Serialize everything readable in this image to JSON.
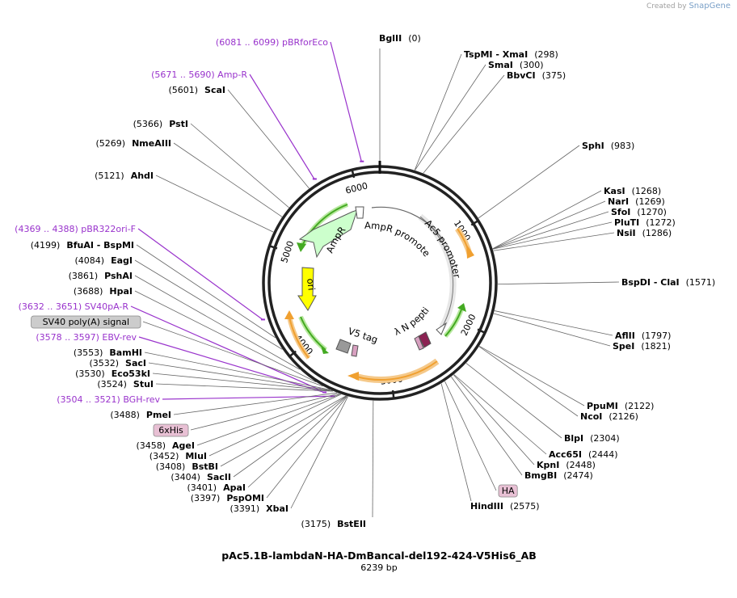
{
  "brand": {
    "created_by": "Created by",
    "name": "SnapGene"
  },
  "plasmid": {
    "name": "pAc5.1B-lambdaN-HA-DmBancal-del192-424-V5His6_AB",
    "length_label": "6239 bp"
  },
  "colors": {
    "primer": "#9933cc",
    "orange": "#f0a030",
    "green": "#44aa22",
    "ampr": "#ccffcc",
    "ori": "#ffff00"
  },
  "ticks": [
    {
      "label": "1000",
      "pos": 1000
    },
    {
      "label": "2000",
      "pos": 2000
    },
    {
      "label": "3000",
      "pos": 3000
    },
    {
      "label": "4000",
      "pos": 4000
    },
    {
      "label": "5000",
      "pos": 5000
    },
    {
      "label": "6000",
      "pos": 6000
    }
  ],
  "features": {
    "ampr": "AmpR",
    "ampr_promoter": "AmpR promoter",
    "ac5_promoter": "Ac5 promoter",
    "ori": "ori",
    "lambda_n": "λ N peptide",
    "v5_tag": "V5 tag"
  },
  "labels": {
    "right": [
      {
        "text": "BglII",
        "coord": "(0)",
        "pos": 0
      },
      {
        "text": "TspMI - XmaI",
        "coord": "(298)",
        "pos": 298
      },
      {
        "text": "SmaI",
        "coord": "(300)",
        "pos": 300
      },
      {
        "text": "BbvCI",
        "coord": "(375)",
        "pos": 375
      },
      {
        "text": "SphI",
        "coord": "(983)",
        "pos": 983
      },
      {
        "text": "KasI",
        "coord": "(1268)",
        "pos": 1268
      },
      {
        "text": "NarI",
        "coord": "(1269)",
        "pos": 1269
      },
      {
        "text": "SfoI",
        "coord": "(1270)",
        "pos": 1270
      },
      {
        "text": "PluTI",
        "coord": "(1272)",
        "pos": 1272
      },
      {
        "text": "NsiI",
        "coord": "(1286)",
        "pos": 1286
      },
      {
        "text": "BspDI - ClaI",
        "coord": "(1571)",
        "pos": 1571
      },
      {
        "text": "AflII",
        "coord": "(1797)",
        "pos": 1797
      },
      {
        "text": "SpeI",
        "coord": "(1821)",
        "pos": 1821
      },
      {
        "text": "PpuMI",
        "coord": "(2122)",
        "pos": 2122
      },
      {
        "text": "NcoI",
        "coord": "(2126)",
        "pos": 2126
      },
      {
        "text": "BlpI",
        "coord": "(2304)",
        "pos": 2304
      },
      {
        "text": "Acc65I",
        "coord": "(2444)",
        "pos": 2444
      },
      {
        "text": "KpnI",
        "coord": "(2448)",
        "pos": 2448
      },
      {
        "text": "BmgBI",
        "coord": "(2474)",
        "pos": 2474
      },
      {
        "text": "HA",
        "coord": "",
        "pos": 2540,
        "box": true
      },
      {
        "text": "HindIII",
        "coord": "(2575)",
        "pos": 2575
      }
    ],
    "left": [
      {
        "text": "(6081 .. 6099)  pBRforEco",
        "pos": 6090,
        "primer": true
      },
      {
        "text": "(5671 .. 5690)  Amp-R",
        "pos": 5680,
        "primer": true
      },
      {
        "coord": "(5601)",
        "text": "ScaI",
        "pos": 5601
      },
      {
        "coord": "(5366)",
        "text": "PstI",
        "pos": 5366
      },
      {
        "coord": "(5269)",
        "text": "NmeAIII",
        "pos": 5269
      },
      {
        "coord": "(5121)",
        "text": "AhdI",
        "pos": 5121
      },
      {
        "text": "(4369 .. 4388)  pBR322ori-F",
        "pos": 4378,
        "primer": true
      },
      {
        "coord": "(4199)",
        "text": "BfuAI - BspMI",
        "pos": 4199
      },
      {
        "coord": "(4084)",
        "text": "EagI",
        "pos": 4084
      },
      {
        "coord": "(3861)",
        "text": "PshAI",
        "pos": 3861
      },
      {
        "coord": "(3688)",
        "text": "HpaI",
        "pos": 3688
      },
      {
        "text": "(3632 .. 3651)  SV40pA-R",
        "pos": 3641,
        "primer": true
      },
      {
        "text": "SV40 poly(A) signal",
        "pos": 3620,
        "box": true,
        "gray": true
      },
      {
        "text": "(3578 .. 3597)  EBV-rev",
        "pos": 3587,
        "primer": true
      },
      {
        "coord": "(3553)",
        "text": "BamHI",
        "pos": 3553
      },
      {
        "coord": "(3532)",
        "text": "SacI",
        "pos": 3532
      },
      {
        "coord": "(3530)",
        "text": "Eco53kI",
        "pos": 3530
      },
      {
        "coord": "(3524)",
        "text": "StuI",
        "pos": 3524
      },
      {
        "text": "(3504 .. 3521)  BGH-rev",
        "pos": 3512,
        "primer": true
      },
      {
        "coord": "(3488)",
        "text": "PmeI",
        "pos": 3488
      },
      {
        "text": "6xHis",
        "pos": 3470,
        "box": true
      },
      {
        "coord": "(3458)",
        "text": "AgeI",
        "pos": 3458
      },
      {
        "coord": "(3452)",
        "text": "MluI",
        "pos": 3452
      },
      {
        "coord": "(3408)",
        "text": "BstBI",
        "pos": 3408
      },
      {
        "coord": "(3404)",
        "text": "SacII",
        "pos": 3404
      },
      {
        "coord": "(3401)",
        "text": "ApaI",
        "pos": 3401
      },
      {
        "coord": "(3397)",
        "text": "PspOMI",
        "pos": 3397
      },
      {
        "coord": "(3391)",
        "text": "XbaI",
        "pos": 3391
      },
      {
        "coord": "(3175)",
        "text": "BstEII",
        "pos": 3175
      }
    ]
  }
}
